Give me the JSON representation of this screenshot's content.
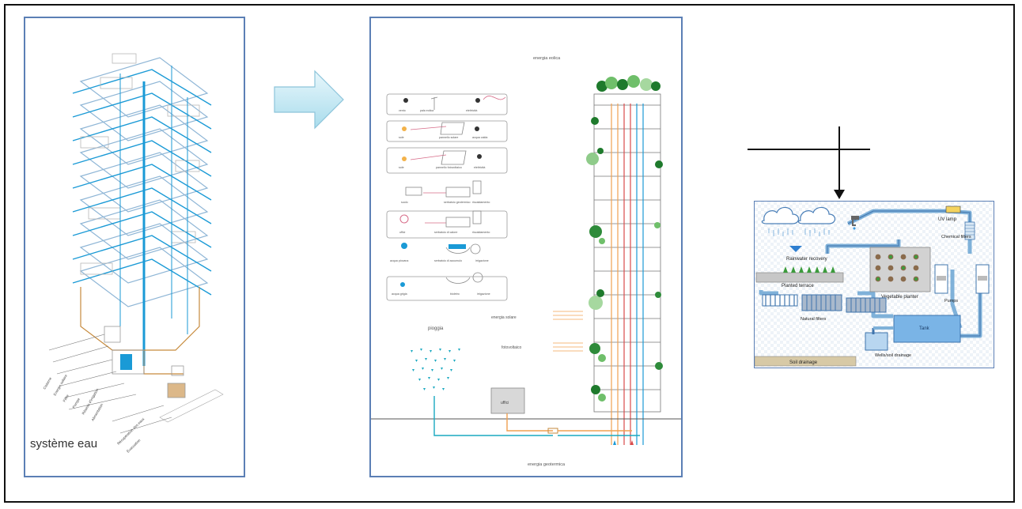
{
  "panel1": {
    "caption": "système eau",
    "legend": [
      "Cisterne",
      "Energie solaire",
      "Filtre",
      "Pompe",
      "Réseau d'irrigation",
      "Alimentation",
      "Récupération des eaux",
      "Évacuation"
    ]
  },
  "panel2": {
    "top_label": "energia eolica",
    "boxes": [
      {
        "labels": [
          "vento",
          "pala eolica",
          "elettricità"
        ]
      },
      {
        "labels": [
          "sole",
          "pannello solare",
          "acqua calda"
        ]
      },
      {
        "labels": [
          "sole",
          "pannello fotovoltaico",
          "elettricità"
        ]
      },
      {
        "labels": [
          "suolo",
          "serbatoio geotermico",
          "riscaldamento"
        ]
      },
      {
        "labels": [
          "uffici",
          "serbatoio di calore",
          "riscaldamento"
        ]
      },
      {
        "labels": [
          "acqua piovana",
          "serbatoio di accumulo",
          "irrigazione"
        ]
      },
      {
        "labels": [
          "acqua grigia",
          "bioletro",
          "irrigazione"
        ]
      }
    ],
    "label_solar": "energia solare",
    "label_pv": "fotovoltaico",
    "label_rain": "pioggia",
    "label_offices": "uffici",
    "bottom_label": "energia geotermica"
  },
  "panel3": {
    "labels": {
      "uv_lamp": "UV lamp",
      "chemical_filters": "Chemical filters",
      "rainwater_recovery": "Rainwater recovery",
      "planted_terrace": "Planted terrace",
      "vegetable_planter": "Vegetable planter",
      "natural_filters": "Natural filters",
      "pumps": "Pumps",
      "tank": "Tank",
      "soil_drainage": "Soil drainage",
      "wells_drainage": "Wells/soil drainage"
    }
  },
  "colors": {
    "panel_border": "#5b7fb5",
    "pipe_blue": "#1a9ad6",
    "pipe_orange": "#c68a3c",
    "tree_green": "#2e8b3a",
    "arrow_fill": "#c8eaf4"
  }
}
